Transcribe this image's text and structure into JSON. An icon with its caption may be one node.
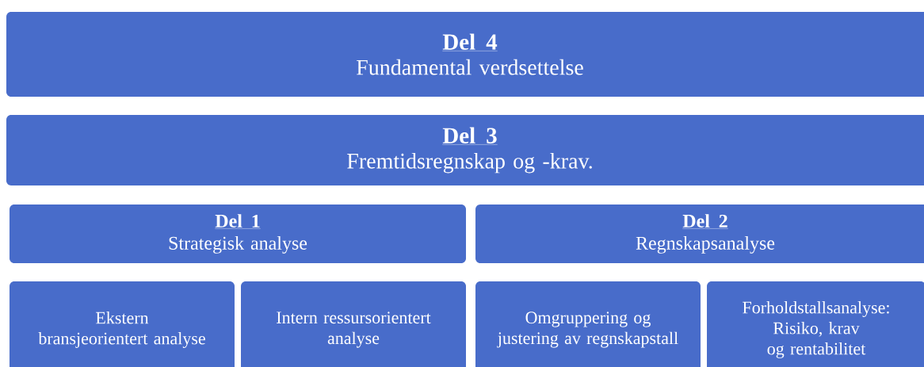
{
  "diagram": {
    "nodes": [
      {
        "text": [
          "Del 4",
          "Fundamental verdsettelse"
        ]
      },
      {
        "text": [
          "Del 3",
          "Fremtidsregnskap og -krav."
        ]
      },
      {
        "text": [
          "Del 1",
          "Strategisk analyse"
        ]
      },
      {
        "text": [
          "Del 2",
          "Regnskapsanalyse"
        ]
      },
      {
        "text": [
          "Ekstern bransjeorientert analyse"
        ]
      },
      {
        "text": [
          "Intern ressursorientert analyse"
        ]
      },
      {
        "text": [
          "Omgruppering og justering av regnskapstall"
        ]
      },
      {
        "text": [
          "Forholdstallsanalyse: Risiko, krav og rentabilitet"
        ]
      }
    ]
  }
}
